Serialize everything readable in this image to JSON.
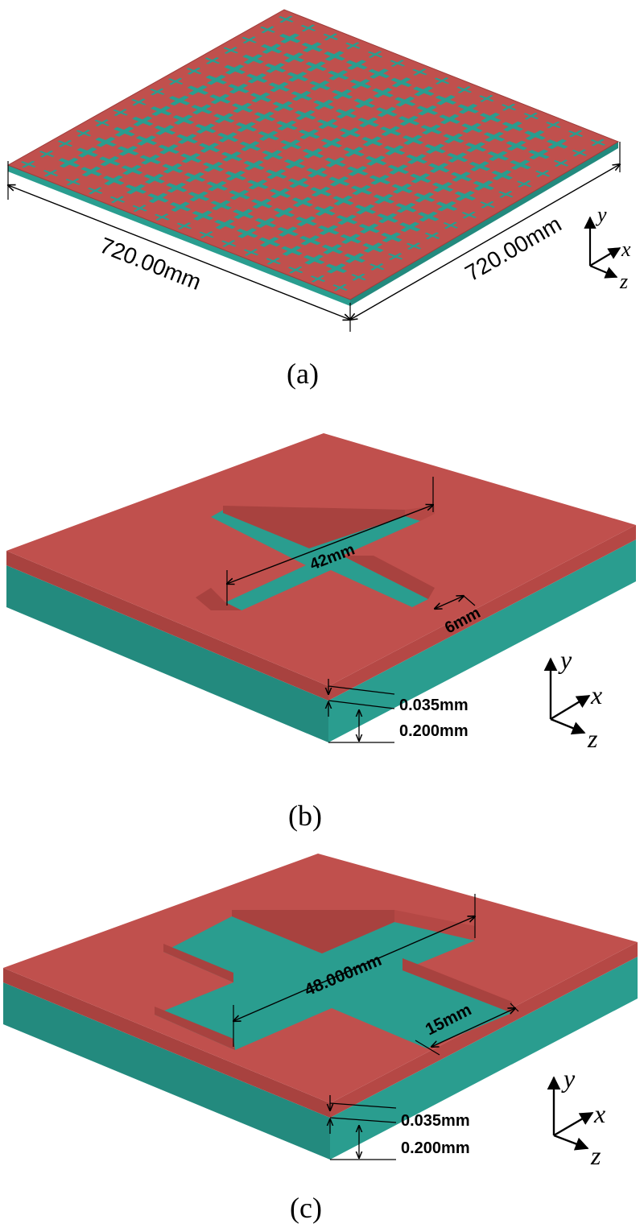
{
  "colors": {
    "copper_top": "#c0504d",
    "copper_front": "#a8423f",
    "copper_side": "#8e3836",
    "dielectric_top": "#2a9d8f",
    "dielectric_front": "#238a7e",
    "dielectric_side": "#1b6e64"
  },
  "panel_a": {
    "caption": "(a)",
    "width_label": "720.00mm",
    "depth_label": "720.00mm",
    "axes": {
      "y": "y",
      "x": "x",
      "z": "z"
    }
  },
  "panel_b": {
    "caption": "(b)",
    "length_label": "42mm",
    "width_label": "6mm",
    "copper_thickness_label": "0.035mm",
    "substrate_thickness_label": "0.200mm",
    "axes": {
      "y": "y",
      "x": "x",
      "z": "z"
    }
  },
  "panel_c": {
    "caption": "(c)",
    "length_label": "48.000mm",
    "width_label": "15mm",
    "copper_thickness_label": "0.035mm",
    "substrate_thickness_label": "0.200mm",
    "axes": {
      "y": "y",
      "x": "x",
      "z": "z"
    }
  }
}
